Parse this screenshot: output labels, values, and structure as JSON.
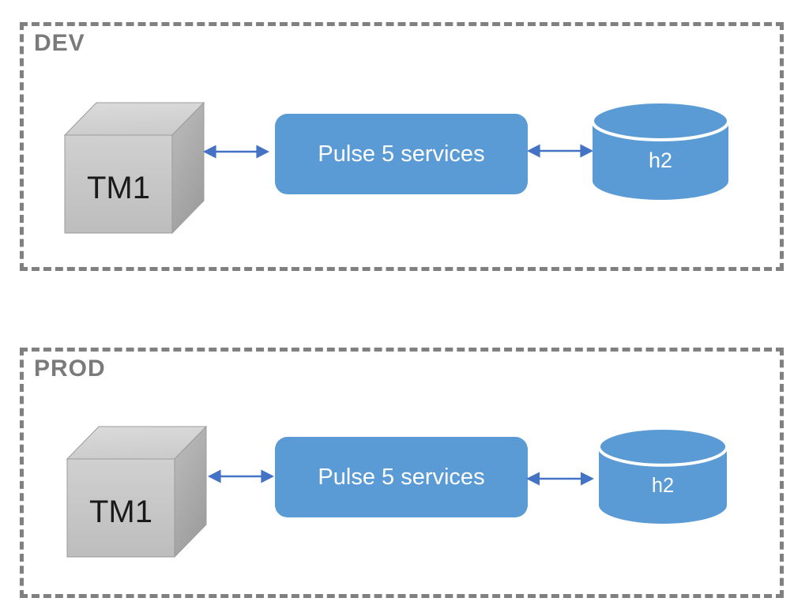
{
  "diagram": {
    "environments": [
      {
        "label": "DEV",
        "cube_label": "TM1",
        "service_label": "Pulse 5 services",
        "database_label": "h2"
      },
      {
        "label": "PROD",
        "cube_label": "TM1",
        "service_label": "Pulse 5 services",
        "database_label": "h2"
      }
    ],
    "colors": {
      "service_fill": "#5b9bd5",
      "database_fill": "#5b9bd5",
      "arrow_blue": "#4472c4",
      "border_gray": "#808080",
      "label_gray": "#7a7a7a",
      "cube_front_gray": "#c7c7c7",
      "cube_top_gray": "#d7d7d7",
      "cube_side_gray": "#a9a9a9",
      "service_text": "#ffffff",
      "cube_text": "#1a1a1a"
    }
  }
}
